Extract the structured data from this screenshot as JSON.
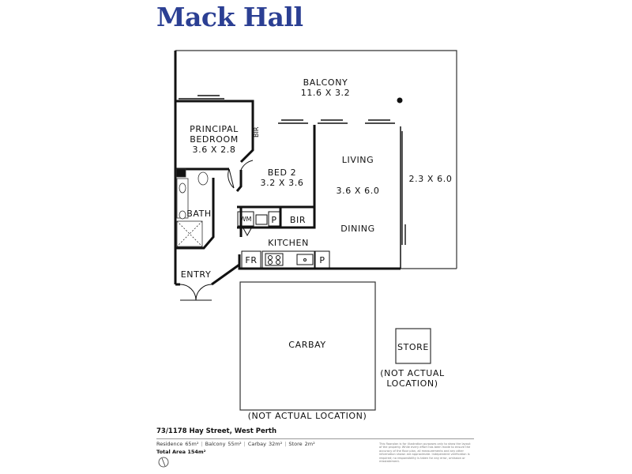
{
  "brand": {
    "name": "Mack Hall"
  },
  "rooms": {
    "balcony": {
      "name": "BALCONY",
      "dims": "11.6 X 3.2"
    },
    "principal_bedroom": {
      "name_line1": "PRINCIPAL",
      "name_line2": "BEDROOM",
      "dims": "3.6 X 2.8"
    },
    "bir_principal": {
      "name": "BIR"
    },
    "bed2": {
      "name": "BED 2",
      "dims": "3.2 X 3.6"
    },
    "bir_bed2": {
      "name": "BIR"
    },
    "living": {
      "name": "LIVING",
      "dims": "3.6 X 6.0"
    },
    "dining": {
      "name": "DINING"
    },
    "side_area": {
      "dims": "2.3 X 6.0"
    },
    "bath": {
      "name": "BATH"
    },
    "kitchen": {
      "name": "KITCHEN"
    },
    "entry": {
      "name": "ENTRY"
    },
    "carbay": {
      "name": "CARBAY",
      "note": "(NOT ACTUAL LOCATION)"
    },
    "store": {
      "name": "STORE",
      "note_line1": "(NOT ACTUAL",
      "note_line2": "LOCATION)"
    }
  },
  "fixtures": {
    "washing_machine": "WM",
    "pantry_laundry": "P",
    "fridge": "FR",
    "pantry_kitchen": "P"
  },
  "footer": {
    "address": "73/1178 Hay Street, West Perth",
    "areas": [
      {
        "label": "Residence",
        "value": "65m²"
      },
      {
        "label": "Balcony",
        "value": "55m²"
      },
      {
        "label": "Carbay",
        "value": "32m²"
      },
      {
        "label": "Store",
        "value": "2m²"
      }
    ],
    "total": "Total Area 154m²",
    "disclaimer": "This floorplan is for illustration purposes only to show the layout of the property. While every effort has been made to ensure the accuracy of the floor plan, all measurements and any other information shown are approximate. Independent verification is required; no responsibility is taken for any error, omission or misstatement."
  }
}
